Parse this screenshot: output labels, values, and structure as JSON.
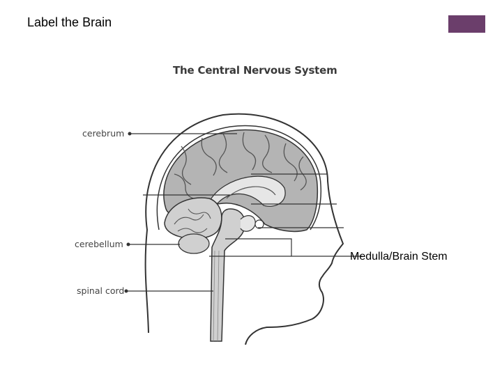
{
  "slide": {
    "title": "Label the Brain",
    "accent_color": "#6b3e6b"
  },
  "diagram": {
    "title": "The Central Nervous System",
    "labels": {
      "cerebrum": "cerebrum",
      "cerebellum": "cerebellum",
      "spinal_cord": "spinal cord"
    },
    "answer_label": "Medulla/Brain Stem",
    "colors": {
      "outline": "#333333",
      "cerebrum_fill": "#b4b4b4",
      "inner_fill": "#e6e6e6",
      "brain_stem_fill": "#d0d0d0"
    }
  }
}
